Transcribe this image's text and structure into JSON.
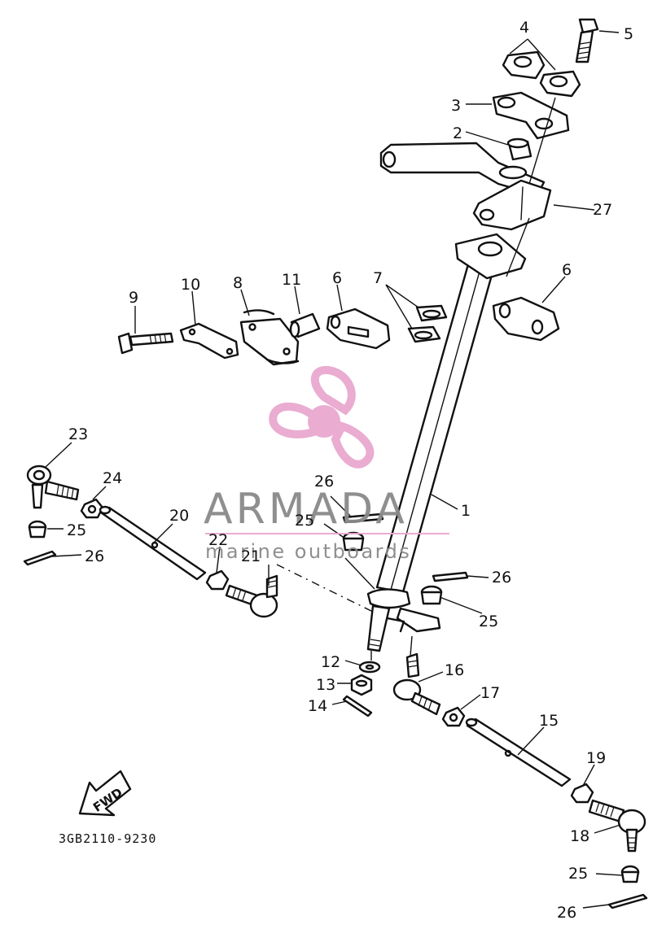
{
  "diagram": {
    "callouts": [
      "1",
      "2",
      "3",
      "4",
      "5",
      "6",
      "6",
      "7",
      "8",
      "9",
      "10",
      "11",
      "12",
      "13",
      "14",
      "15",
      "16",
      "17",
      "18",
      "19",
      "20",
      "21",
      "22",
      "23",
      "24",
      "25",
      "25",
      "25",
      "25",
      "26",
      "26",
      "26",
      "26",
      "27"
    ],
    "drawing_code": "3GB2110-9230",
    "fwd_label": "FWD"
  },
  "watermark": {
    "brand": "ARMADA",
    "tagline": "marine outboards",
    "logo_color": "#e9a8cf",
    "text_color": "#8a8a8a",
    "rule_color": "#e9a8cf"
  }
}
